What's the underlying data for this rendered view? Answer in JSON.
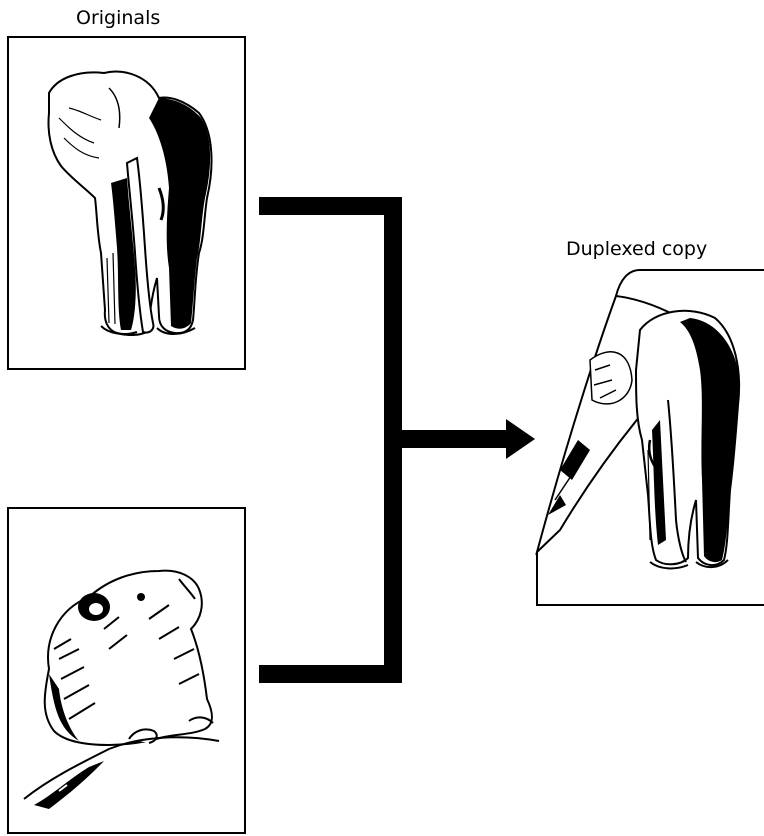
{
  "labels": {
    "originals": "Originals",
    "duplexed_copy": "Duplexed copy"
  },
  "illustrations": {
    "original_1": "elephant-illustration",
    "original_2": "pika-illustration",
    "copy_front": "elephant-illustration",
    "copy_back": "pika-illustration"
  },
  "colors": {
    "ink": "#000000",
    "paper": "#ffffff"
  }
}
